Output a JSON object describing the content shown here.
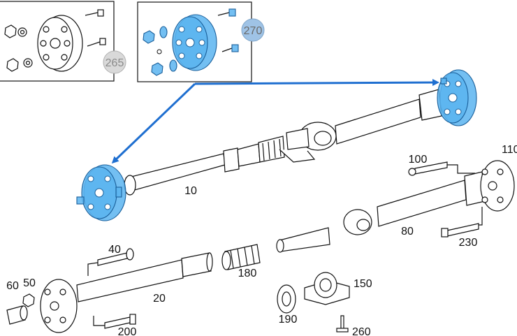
{
  "labels": {
    "p10": "10",
    "p20": "20",
    "p40": "40",
    "p50": "50",
    "p60": "60",
    "p80": "80",
    "p100": "100",
    "p110": "110",
    "p150": "150",
    "p180": "180",
    "p190": "190",
    "p200": "200",
    "p230": "230",
    "p260": "260",
    "p265": "265",
    "p270": "270"
  },
  "colors": {
    "highlight": "#5ab4f0",
    "arrow": "#1f6fd0",
    "badge_default": "#d9d9d9",
    "badge_active": "#9fc3e6"
  }
}
